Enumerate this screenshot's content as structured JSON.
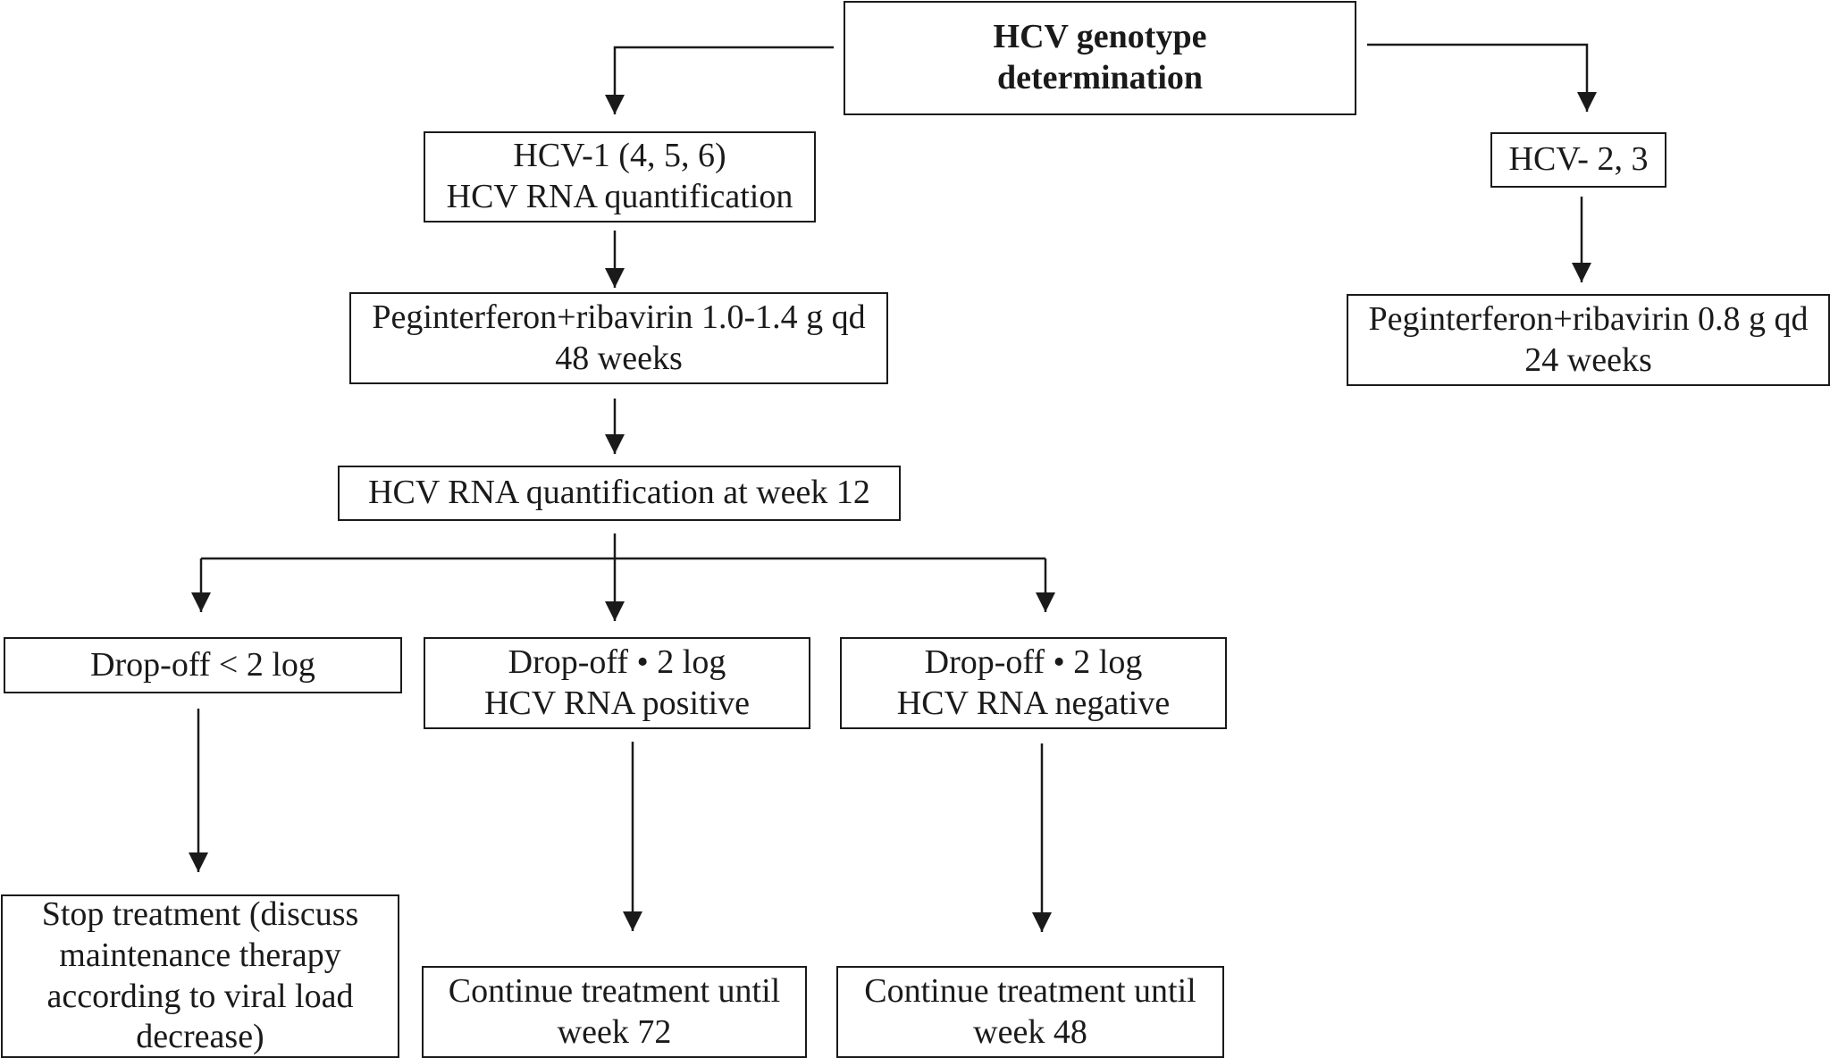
{
  "nodes": {
    "root": {
      "lines": [
        "HCV genotype",
        "determination"
      ]
    },
    "hcv1": {
      "lines": [
        "HCV-1 (4, 5, 6)",
        "HCV RNA quantification"
      ]
    },
    "hcv23": {
      "lines": [
        "HCV- 2, 3"
      ]
    },
    "peg_long": {
      "lines": [
        "Peginterferon+ribavirin 1.0-1.4 g qd",
        "48 weeks"
      ]
    },
    "peg_short": {
      "lines": [
        "Peginterferon+ribavirin 0.8 g qd",
        "24 weeks"
      ]
    },
    "week12": {
      "lines": [
        "HCV RNA quantification at week 12"
      ]
    },
    "drop_lt2": {
      "lines": [
        "Drop-off < 2 log"
      ]
    },
    "drop_pos": {
      "lines": [
        "Drop-off •   2 log",
        "HCV RNA positive"
      ]
    },
    "drop_neg": {
      "lines": [
        "Drop-off •   2 log",
        "HCV RNA negative"
      ]
    },
    "stop": {
      "lines": [
        "Stop treatment (discuss",
        "maintenance therapy",
        "according to viral load",
        "decrease)"
      ]
    },
    "cont72": {
      "lines": [
        "Continue treatment until",
        "week 72"
      ]
    },
    "cont48": {
      "lines": [
        "Continue treatment until",
        "week 48"
      ]
    }
  },
  "colors": {
    "line": "#1a1a1a",
    "background": "#ffffff"
  }
}
